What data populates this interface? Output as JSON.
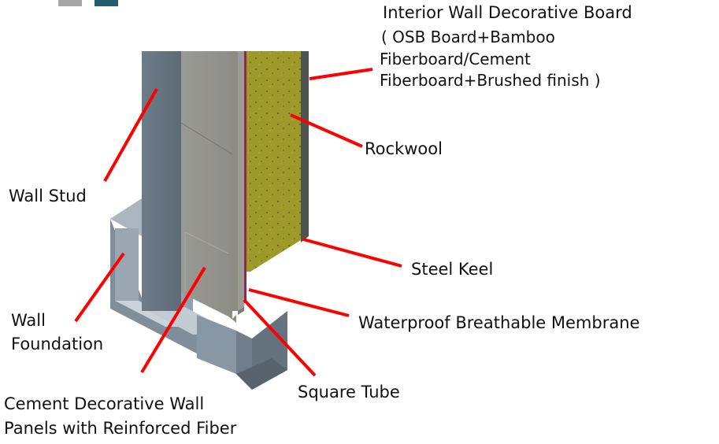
{
  "diagram": {
    "type": "exploded wall section",
    "legend_swatches": [
      {
        "color": "#a6a6a6"
      },
      {
        "color": "#235d6b"
      }
    ],
    "callout_color": "#ff0000",
    "labels": {
      "interior_board_title": "Interior Wall Decorative Board",
      "interior_board_line1": "( OSB Board+Bamboo",
      "interior_board_line2": "Fiberboard/Cement",
      "interior_board_line3": "Fiberboard+Brushed finish )",
      "rockwool": "Rockwool",
      "wall_stud": "Wall Stud",
      "steel_keel": "Steel Keel",
      "wall_foundation_line1": "Wall",
      "wall_foundation_line2": "Foundation",
      "membrane": "Waterproof Breathable Membrane",
      "square_tube": "Square Tube",
      "cement_panel_line1": "Cement Decorative Wall",
      "cement_panel_line2": "Panels with Reinforced Fiber"
    }
  }
}
